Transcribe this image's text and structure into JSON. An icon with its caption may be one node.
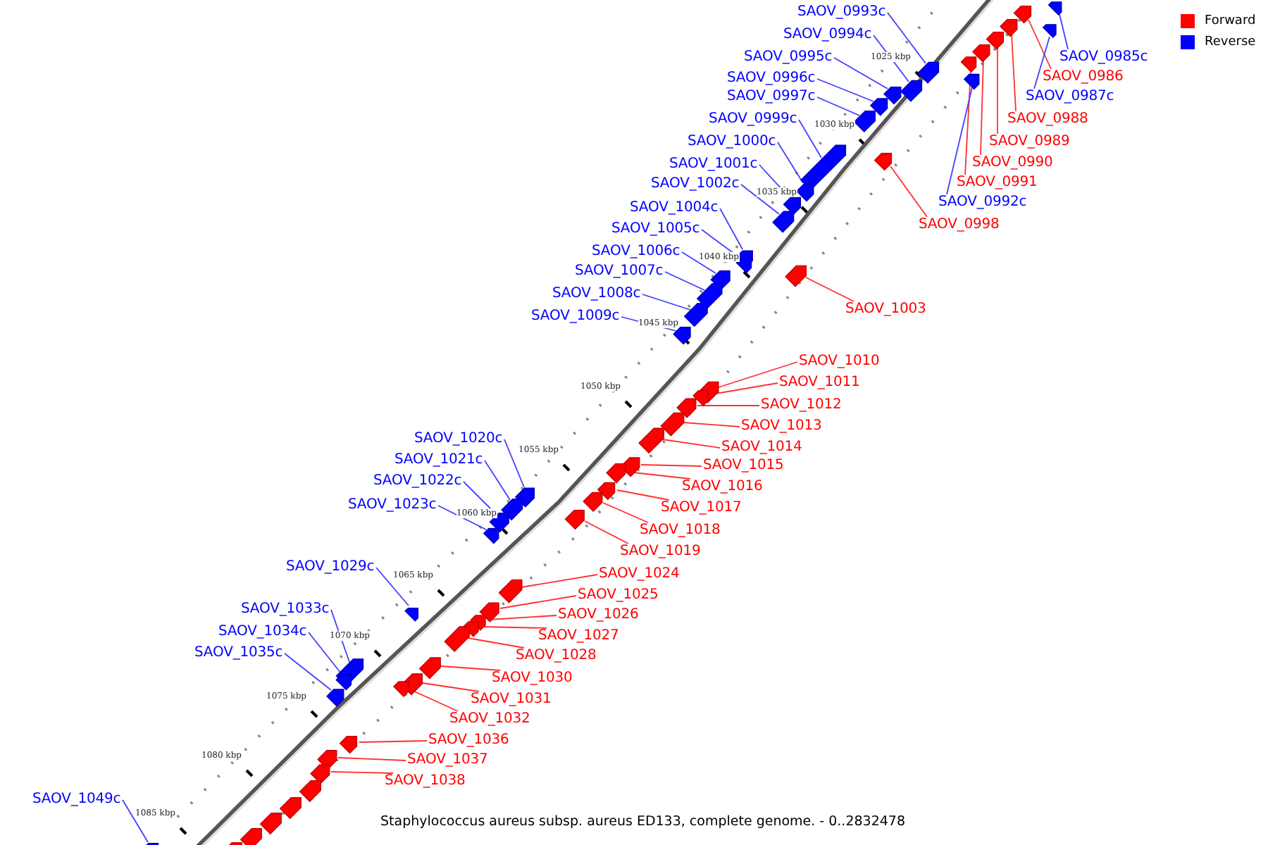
{
  "diagram": {
    "caption": "Staphylococcus aureus subsp. aureus ED133, complete genome. - 0..2832478",
    "nodes": [
      {
        "text": [
          "SAOV_0993c"
        ]
      },
      {
        "text": [
          "SAOV_0994c"
        ]
      },
      {
        "text": [
          "SAOV_0985c"
        ]
      },
      {
        "text": [
          "SAOV_0995c"
        ]
      },
      {
        "text": [
          "SAOV_0986"
        ]
      },
      {
        "text": [
          "SAOV_0996c"
        ]
      },
      {
        "text": [
          "SAOV_0987c"
        ]
      },
      {
        "text": [
          "SAOV_0997c"
        ]
      },
      {
        "text": [
          "SAOV_0988"
        ]
      },
      {
        "text": [
          "SAOV_0999c"
        ]
      },
      {
        "text": [
          "SAOV_0989"
        ]
      },
      {
        "text": [
          "SAOV_1000c"
        ]
      },
      {
        "text": [
          "SAOV_0990"
        ]
      },
      {
        "text": [
          "SAOV_1001c"
        ]
      },
      {
        "text": [
          "SAOV_0991"
        ]
      },
      {
        "text": [
          "SAOV_1002c"
        ]
      },
      {
        "text": [
          "SAOV_0992c"
        ]
      },
      {
        "text": [
          "SAOV_1004c"
        ]
      },
      {
        "text": [
          "SAOV_0998"
        ]
      },
      {
        "text": [
          "SAOV_1005c"
        ]
      },
      {
        "text": [
          "SAOV_1006c"
        ]
      },
      {
        "text": [
          "SAOV_1007c"
        ]
      },
      {
        "text": [
          "SAOV_1008c"
        ]
      },
      {
        "text": [
          "SAOV_1003"
        ]
      },
      {
        "text": [
          "SAOV_1009c"
        ]
      },
      {
        "text": [
          "SAOV_1010"
        ]
      },
      {
        "text": [
          "SAOV_1011"
        ]
      },
      {
        "text": [
          "SAOV_1012"
        ]
      },
      {
        "text": [
          "SAOV_1013"
        ]
      },
      {
        "text": [
          "SAOV_1020c"
        ]
      },
      {
        "text": [
          "SAOV_1014"
        ]
      },
      {
        "text": [
          "SAOV_1021c"
        ]
      },
      {
        "text": [
          "SAOV_1015"
        ]
      },
      {
        "text": [
          "SAOV_1022c"
        ]
      },
      {
        "text": [
          "SAOV_1016"
        ]
      },
      {
        "text": [
          "SAOV_1023c"
        ]
      },
      {
        "text": [
          "SAOV_1017"
        ]
      },
      {
        "text": [
          "SAOV_1018"
        ]
      },
      {
        "text": [
          "SAOV_1019"
        ]
      },
      {
        "text": [
          "SAOV_1029c"
        ]
      },
      {
        "text": [
          "SAOV_1024"
        ]
      },
      {
        "text": [
          "SAOV_1025"
        ]
      },
      {
        "text": [
          "SAOV_1033c"
        ]
      },
      {
        "text": [
          "SAOV_1026"
        ]
      },
      {
        "text": [
          "SAOV_1034c"
        ]
      },
      {
        "text": [
          "SAOV_1027"
        ]
      },
      {
        "text": [
          "SAOV_1035c"
        ]
      },
      {
        "text": [
          "SAOV_1028"
        ]
      },
      {
        "text": [
          "SAOV_1030"
        ]
      },
      {
        "text": [
          "SAOV_1031"
        ]
      },
      {
        "text": [
          "SAOV_1032"
        ]
      },
      {
        "text": [
          "SAOV_1036"
        ]
      },
      {
        "text": [
          "SAOV_1037"
        ]
      },
      {
        "text": [
          "SAOV_1038"
        ]
      },
      {
        "text": [
          "SAOV_1049c"
        ]
      },
      {
        "text": [],
        "shape": "arrow"
      },
      {
        "text": [],
        "shape": "arrow"
      },
      {
        "text": [],
        "shape": "arrow"
      },
      {
        "text": [],
        "shape": "arrow"
      },
      {
        "text": [],
        "shape": "arrow"
      },
      {
        "text": [],
        "shape": "arrow"
      },
      {
        "text": [],
        "shape": "arrow"
      },
      {
        "text": [],
        "shape": "arrow"
      },
      {
        "text": [],
        "shape": "arrow"
      },
      {
        "text": [],
        "shape": "arrow"
      },
      {
        "text": [],
        "shape": "arrow"
      },
      {
        "text": [],
        "shape": "arrow"
      },
      {
        "text": [],
        "shape": "arrow"
      },
      {
        "text": [],
        "shape": "arrow"
      },
      {
        "text": [],
        "shape": "arrow"
      },
      {
        "text": [],
        "shape": "arrow"
      },
      {
        "text": [],
        "shape": "arrow"
      },
      {
        "text": [],
        "shape": "arrow"
      },
      {
        "text": [],
        "shape": "arrow"
      },
      {
        "text": [],
        "shape": "arrow"
      },
      {
        "text": [],
        "shape": "arrow"
      },
      {
        "text": [],
        "shape": "arrow"
      },
      {
        "text": [],
        "shape": "arrow"
      },
      {
        "text": [],
        "shape": "arrow"
      },
      {
        "text": [],
        "shape": "arrow"
      },
      {
        "text": [],
        "shape": "arrow"
      },
      {
        "text": [],
        "shape": "arrow"
      },
      {
        "text": [],
        "shape": "arrow"
      },
      {
        "text": [],
        "shape": "arrow"
      },
      {
        "text": [],
        "shape": "arrow"
      },
      {
        "text": [],
        "shape": "arrow"
      },
      {
        "text": [],
        "shape": "arrow"
      },
      {
        "text": [],
        "shape": "arrow"
      },
      {
        "text": [],
        "shape": "arrow"
      },
      {
        "text": [],
        "shape": "arrow"
      },
      {
        "text": [],
        "shape": "arrow"
      },
      {
        "text": [],
        "shape": "arrow"
      },
      {
        "text": [],
        "shape": "arrow"
      },
      {
        "text": [],
        "shape": "arrow"
      },
      {
        "text": [],
        "shape": "arrow"
      },
      {
        "text": [],
        "shape": "arrow"
      },
      {
        "text": [],
        "shape": "arrow"
      },
      {
        "text": [],
        "shape": "arrow"
      },
      {
        "text": [],
        "shape": "arrow"
      },
      {
        "text": [],
        "shape": "arrow"
      },
      {
        "text": [],
        "shape": "arrow"
      },
      {
        "text": [],
        "shape": "arrow"
      },
      {
        "text": [],
        "shape": "arrow"
      },
      {
        "text": [],
        "shape": "arrow"
      },
      {
        "text": [],
        "shape": "arrow"
      },
      {
        "text": [],
        "shape": "arrow"
      },
      {
        "text": [],
        "shape": "arrow"
      },
      {
        "text": [],
        "shape": "arrow"
      },
      {
        "text": [],
        "shape": "arrow"
      },
      {
        "text": [],
        "shape": "arrow"
      },
      {
        "text": [],
        "shape": "arrow"
      },
      {
        "text": [],
        "shape": "arrow"
      },
      {
        "text": [],
        "shape": "arrow"
      },
      {
        "text": [],
        "shape": "arrow"
      },
      {
        "text": [],
        "shape": "arrow"
      }
    ],
    "edges": [
      {
        "from": 0,
        "to": 55,
        "arrow": "none",
        "color": "#4040ff"
      },
      {
        "from": 1,
        "to": 56,
        "arrow": "none",
        "color": "#4040ff"
      },
      {
        "from": 2,
        "to": 57,
        "arrow": "none",
        "color": "#4040ff"
      },
      {
        "from": 3,
        "to": 58,
        "arrow": "none",
        "color": "#4040ff"
      },
      {
        "from": 4,
        "to": 59,
        "arrow": "none"
      },
      {
        "from": 5,
        "to": 60,
        "arrow": "none",
        "color": "#4040ff"
      },
      {
        "from": 6,
        "to": 61,
        "arrow": "none",
        "color": "#4040ff"
      },
      {
        "from": 7,
        "to": 62,
        "arrow": "none",
        "color": "#4040ff"
      },
      {
        "from": 8,
        "to": 63,
        "arrow": "none"
      },
      {
        "from": 9,
        "to": 64,
        "arrow": "none",
        "color": "#4040ff"
      },
      {
        "from": 10,
        "to": 65,
        "arrow": "none"
      },
      {
        "from": 11,
        "to": 66,
        "arrow": "none",
        "color": "#4040ff"
      },
      {
        "from": 12,
        "to": 67,
        "arrow": "none"
      },
      {
        "from": 13,
        "to": 68,
        "arrow": "none",
        "color": "#4040ff"
      },
      {
        "from": 14,
        "to": 69,
        "arrow": "none"
      },
      {
        "from": 15,
        "to": 70,
        "arrow": "none",
        "color": "#4040ff"
      },
      {
        "from": 16,
        "to": 71,
        "arrow": "none",
        "color": "#4040ff"
      },
      {
        "from": 17,
        "to": 72,
        "arrow": "none",
        "color": "#4040ff"
      },
      {
        "from": 18,
        "to": 73,
        "arrow": "none"
      },
      {
        "from": 19,
        "to": 74,
        "arrow": "none",
        "color": "#4040ff"
      },
      {
        "from": 20,
        "to": 75,
        "arrow": "none",
        "color": "#4040ff"
      },
      {
        "from": 21,
        "to": 76,
        "arrow": "none",
        "color": "#4040ff"
      },
      {
        "from": 22,
        "to": 77,
        "arrow": "none",
        "color": "#4040ff"
      },
      {
        "from": 23,
        "to": 78,
        "arrow": "none"
      },
      {
        "from": 24,
        "to": 79,
        "arrow": "none",
        "color": "#4040ff"
      },
      {
        "from": 25,
        "to": 80,
        "arrow": "none"
      },
      {
        "from": 26,
        "to": 81,
        "arrow": "none"
      },
      {
        "from": 27,
        "to": 82,
        "arrow": "none"
      },
      {
        "from": 28,
        "to": 83,
        "arrow": "none"
      },
      {
        "from": 29,
        "to": 84,
        "arrow": "none",
        "color": "#4040ff"
      },
      {
        "from": 30,
        "to": 85,
        "arrow": "none"
      },
      {
        "from": 31,
        "to": 86,
        "arrow": "none",
        "color": "#4040ff"
      },
      {
        "from": 32,
        "to": 87,
        "arrow": "none"
      },
      {
        "from": 33,
        "to": 88,
        "arrow": "none",
        "color": "#4040ff"
      },
      {
        "from": 34,
        "to": 89,
        "arrow": "none"
      },
      {
        "from": 35,
        "to": 90,
        "arrow": "none",
        "color": "#4040ff"
      },
      {
        "from": 36,
        "to": 91,
        "arrow": "none"
      },
      {
        "from": 37,
        "to": 92,
        "arrow": "none"
      },
      {
        "from": 38,
        "to": 93,
        "arrow": "none"
      },
      {
        "from": 39,
        "to": 94,
        "arrow": "none",
        "color": "#4040ff"
      },
      {
        "from": 40,
        "to": 95,
        "arrow": "none"
      },
      {
        "from": 41,
        "to": 96,
        "arrow": "none"
      },
      {
        "from": 42,
        "to": 97,
        "arrow": "none",
        "color": "#4040ff"
      },
      {
        "from": 43,
        "to": 98,
        "arrow": "none"
      },
      {
        "from": 44,
        "to": 99,
        "arrow": "none",
        "color": "#4040ff"
      },
      {
        "from": 45,
        "to": 100,
        "arrow": "none"
      },
      {
        "from": 46,
        "to": 101,
        "arrow": "none",
        "color": "#4040ff"
      },
      {
        "from": 47,
        "to": 102,
        "arrow": "none"
      },
      {
        "from": 48,
        "to": 103,
        "arrow": "none"
      },
      {
        "from": 49,
        "to": 104,
        "arrow": "none"
      },
      {
        "from": 50,
        "to": 105,
        "arrow": "none"
      },
      {
        "from": 51,
        "to": 106,
        "arrow": "none"
      },
      {
        "from": 52,
        "to": 107,
        "arrow": "none"
      },
      {
        "from": 53,
        "to": 108,
        "arrow": "none"
      },
      {
        "from": 54,
        "to": 109,
        "arrow": "none",
        "color": "#4040ff"
      }
    ],
    "labels": [
      "1025 kbp",
      "1030 kbp",
      "1035 kbp",
      "1040 kbp",
      "1045 kbp",
      "1050 kbp",
      "1055 kbp",
      "1060 kbp",
      "1065 kbp",
      "1070 kbp",
      "1075 kbp",
      "1080 kbp",
      "1085 kbp"
    ],
    "legend": [
      {
        "text": "Forward",
        "color": "#ff0000"
      },
      {
        "text": "Reverse",
        "color": "#0000ff"
      }
    ]
  }
}
